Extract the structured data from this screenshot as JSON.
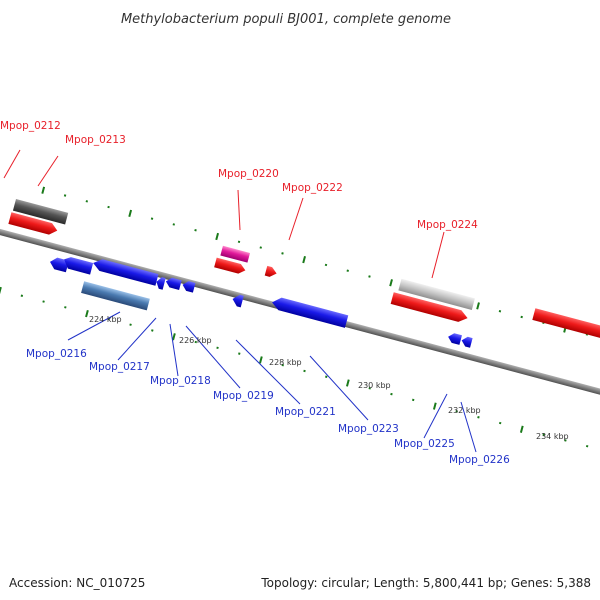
{
  "title": "Methylobacterium populi BJ001, complete genome",
  "accession_text": "Accession: NC_010725",
  "topology_text": "Topology: circular; Length: 5,800,441 bp; Genes: 5,388",
  "colors": {
    "red": "#e8202a",
    "blue": "#2233c8",
    "dark_gray": "#505050",
    "pink": "#e0189a",
    "steel_blue": "#4a7ab0",
    "light_gray": "#c8c8c8",
    "tick_green": "#1a7a1a",
    "backbone": "#808080"
  },
  "scale_ticks": [
    "224 kbp",
    "226 kbp",
    "228 kbp",
    "230 kbp",
    "232 kbp",
    "234 kbp"
  ],
  "top_strand_genes": [
    {
      "label": "Mpop_0212",
      "color": "dark_gray"
    },
    {
      "label": "Mpop_0213",
      "color": "red"
    },
    {
      "label": "Mpop_0220",
      "color": "pink"
    },
    {
      "label": "Mpop_0222",
      "color": "red"
    },
    {
      "label": "Mpop_0224",
      "color": "light_gray"
    }
  ],
  "bottom_strand_genes": [
    {
      "label": "Mpop_0216",
      "color": "steel_blue"
    },
    {
      "label": "Mpop_0217",
      "color": "blue"
    },
    {
      "label": "Mpop_0218",
      "color": "blue"
    },
    {
      "label": "Mpop_0219",
      "color": "blue"
    },
    {
      "label": "Mpop_0221",
      "color": "blue"
    },
    {
      "label": "Mpop_0223",
      "color": "blue"
    },
    {
      "label": "Mpop_0225",
      "color": "blue"
    },
    {
      "label": "Mpop_0226",
      "color": "blue"
    }
  ]
}
